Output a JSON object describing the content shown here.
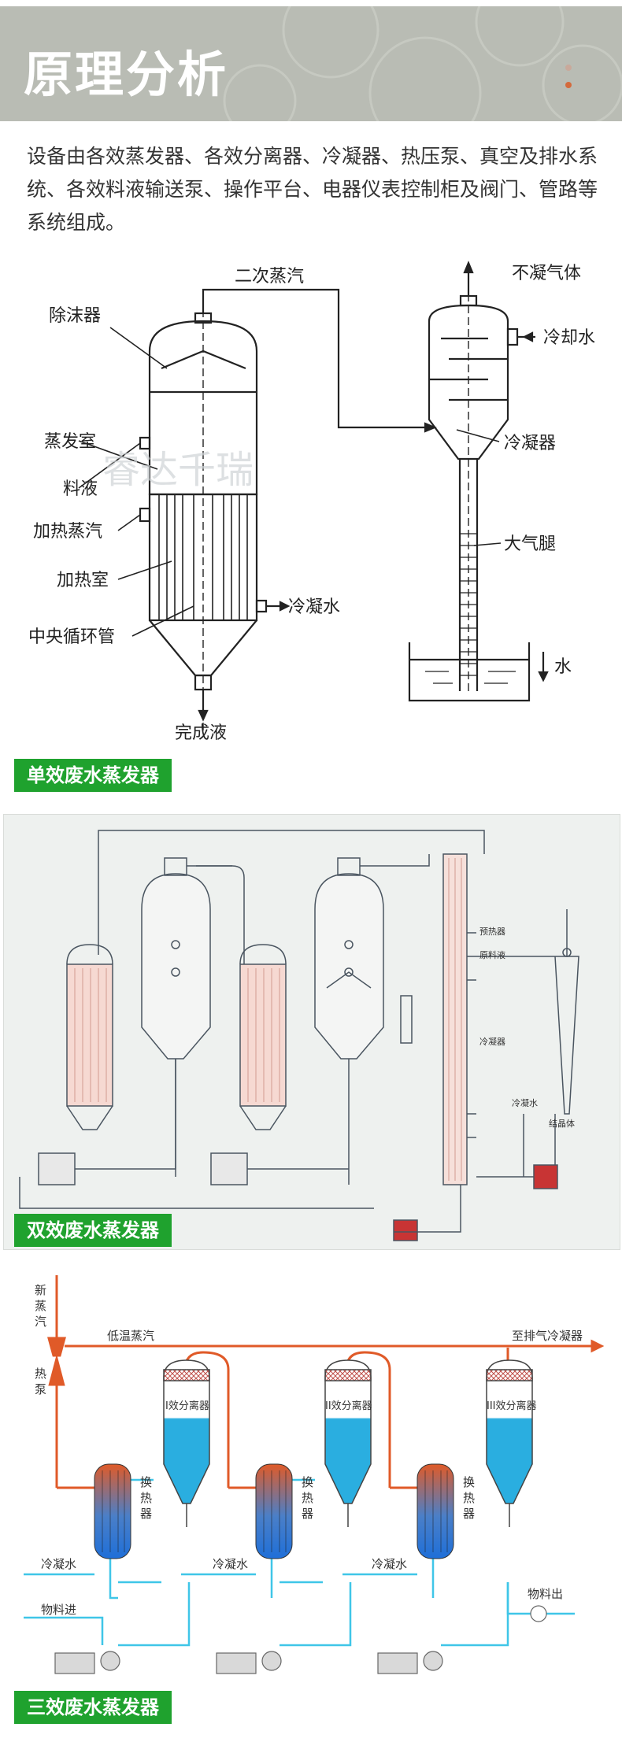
{
  "header": {
    "title": "原理分析",
    "dot_colors": [
      "#c9a99b",
      "#d46a3c"
    ]
  },
  "intro": {
    "lines": [
      "设备由各效蒸发器、各效分离器、冷凝器、热压泵、真空及排水系",
      "统、各效料液输送泵、操作平台、电器仪表控制柜及阀门、管路等",
      "系统组成。"
    ]
  },
  "single_effect": {
    "caption": "单效废水蒸发器",
    "watermark": "睿达千瑞",
    "labels": {
      "secondary_steam": "二次蒸汽",
      "non_condensable": "不凝气体",
      "demister": "除沫器",
      "cooling_water": "冷却水",
      "evaporation_chamber": "蒸发室",
      "condenser": "冷凝器",
      "feed_liquid": "料液",
      "heating_steam": "加热蒸汽",
      "barometric_leg": "大气腿",
      "heating_chamber": "加热室",
      "condensate": "冷凝水",
      "central_tube": "中央循环管",
      "water": "水",
      "finished_liquid": "完成液"
    }
  },
  "double_effect": {
    "caption": "双效废水蒸发器",
    "labels": {
      "preheater": "预热器",
      "raw_liquid": "原料液",
      "condenser": "冷凝器",
      "cooling_water": "冷凝水",
      "crystal": "结晶体"
    }
  },
  "triple_effect": {
    "caption": "三效废水蒸发器",
    "labels": {
      "fresh_steam": [
        "新",
        "蒸",
        "汽"
      ],
      "heat_pump": [
        "热",
        "泵"
      ],
      "low_temp_steam": "低温蒸汽",
      "to_exhaust_condenser": "至排气冷凝器",
      "separator_1": "I效分离器",
      "separator_2": "II效分离器",
      "separator_3": "III效分离器",
      "heat_exchanger": [
        "换",
        "热",
        "器"
      ],
      "condensate": "冷凝水",
      "feed_in": "物料进",
      "material_out": "物料出"
    },
    "colors": {
      "steam": "#e05a28",
      "liquid": "#3fc6e8",
      "separator_fill": "#2aaee0"
    }
  }
}
